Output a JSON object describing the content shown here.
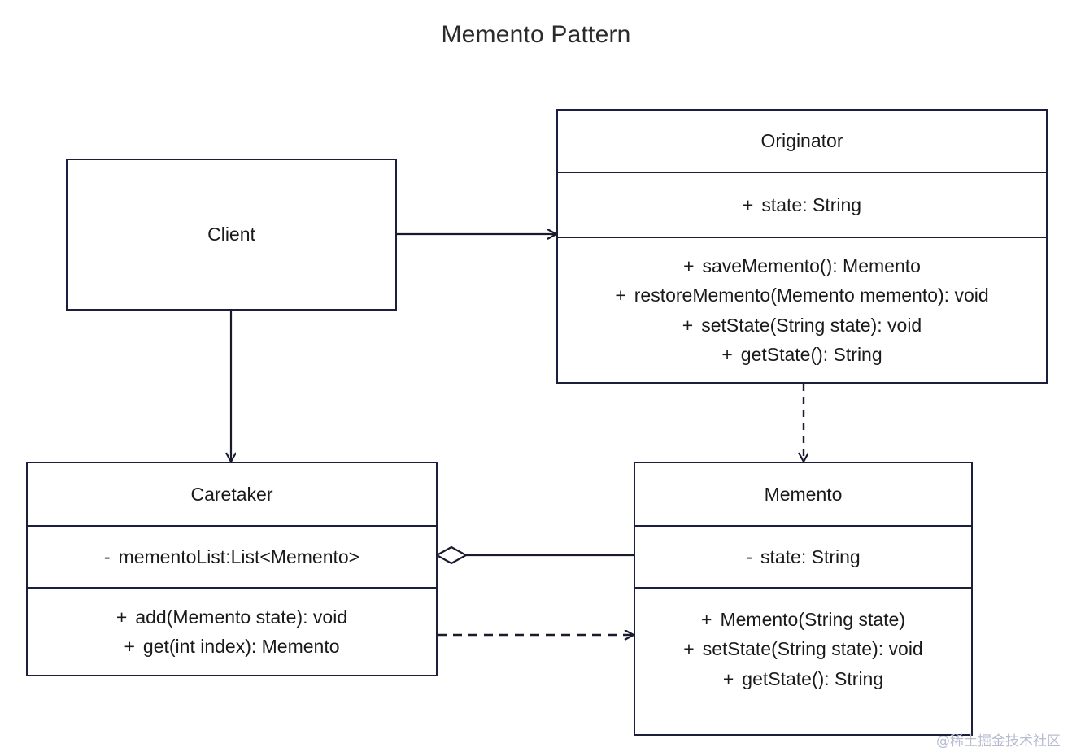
{
  "title": "Memento Pattern",
  "watermark": "@稀土掘金技术社区",
  "colors": {
    "border": "#1c1f3b",
    "background": "#ffffff",
    "text": "#1a1a1a",
    "title_text": "#2b2b2b",
    "edge": "#1a1a2e",
    "watermark_text": "#b8bcd0"
  },
  "chart_data": {
    "type": "diagram",
    "diagram_kind": "uml-class-diagram",
    "title": "Memento Pattern",
    "classes": [
      {
        "id": "client",
        "name": "Client",
        "attributes": [],
        "methods": []
      },
      {
        "id": "originator",
        "name": "Originator",
        "attributes": [
          {
            "visibility": "+",
            "text": "state: String"
          }
        ],
        "methods": [
          {
            "visibility": "+",
            "text": "saveMemento(): Memento"
          },
          {
            "visibility": "+",
            "text": "restoreMemento(Memento memento): void"
          },
          {
            "visibility": "+",
            "text": "setState(String state):  void"
          },
          {
            "visibility": "+",
            "text": "getState(): String"
          }
        ]
      },
      {
        "id": "caretaker",
        "name": "Caretaker",
        "attributes": [
          {
            "visibility": "-",
            "text": "mementoList:List<Memento>"
          }
        ],
        "methods": [
          {
            "visibility": "+",
            "text": "add(Memento state): void"
          },
          {
            "visibility": "+",
            "text": "get(int index): Memento"
          }
        ]
      },
      {
        "id": "memento",
        "name": "Memento",
        "attributes": [
          {
            "visibility": "-",
            "text": "state: String"
          }
        ],
        "methods": [
          {
            "visibility": "+",
            "text": "Memento(String state)"
          },
          {
            "visibility": "+",
            "text": "setState(String state):  void"
          },
          {
            "visibility": "+",
            "text": "getState(): String"
          }
        ]
      }
    ],
    "relationships": [
      {
        "from": "client",
        "to": "originator",
        "kind": "association",
        "line": "solid",
        "arrowhead": "open"
      },
      {
        "from": "client",
        "to": "caretaker",
        "kind": "association",
        "line": "solid",
        "arrowhead": "open"
      },
      {
        "from": "originator",
        "to": "memento",
        "kind": "dependency",
        "line": "dashed",
        "arrowhead": "open"
      },
      {
        "from": "caretaker",
        "to": "memento",
        "kind": "aggregation",
        "line": "solid",
        "arrowhead": "hollow-diamond"
      },
      {
        "from": "caretaker",
        "to": "memento",
        "kind": "dependency",
        "line": "dashed",
        "arrowhead": "open"
      }
    ]
  }
}
